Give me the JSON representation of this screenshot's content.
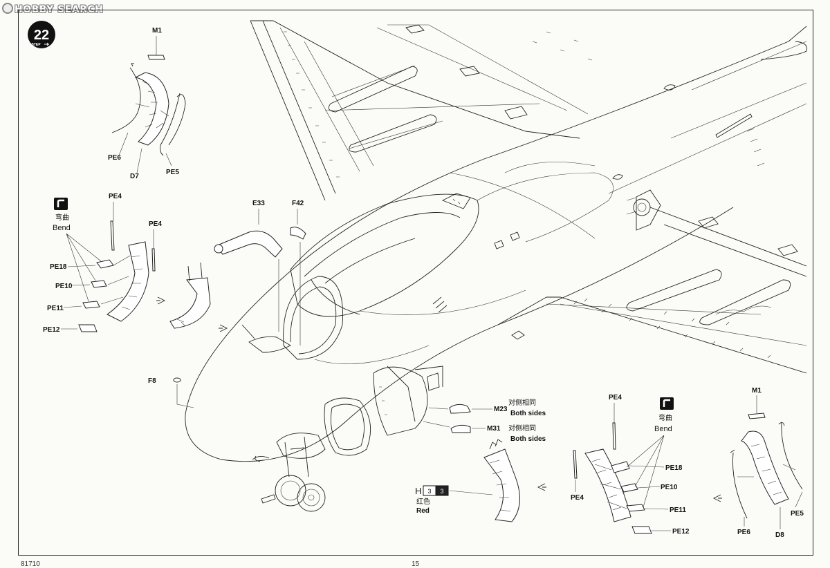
{
  "watermark": "HOBBY SEARCH",
  "step": {
    "number": "22",
    "word": "STEP"
  },
  "bend": {
    "cn": "弯曲",
    "en": "Bend"
  },
  "both_sides": {
    "cn": "对侧相同",
    "en": "Both sides"
  },
  "color_callout": {
    "letter": "H",
    "code1": "3",
    "code2": "3",
    "cn": "红色",
    "en": "Red"
  },
  "labels": {
    "m1": "M1",
    "pe6": "PE6",
    "d7": "D7",
    "pe5": "PE5",
    "pe4": "PE4",
    "pe18": "PE18",
    "pe10": "PE10",
    "pe11": "PE11",
    "pe12": "PE12",
    "e33": "E33",
    "f42": "F42",
    "f8": "F8",
    "m23": "M23",
    "m31": "M31",
    "d8": "D8"
  },
  "footer": {
    "left": "81710",
    "page": "15"
  }
}
